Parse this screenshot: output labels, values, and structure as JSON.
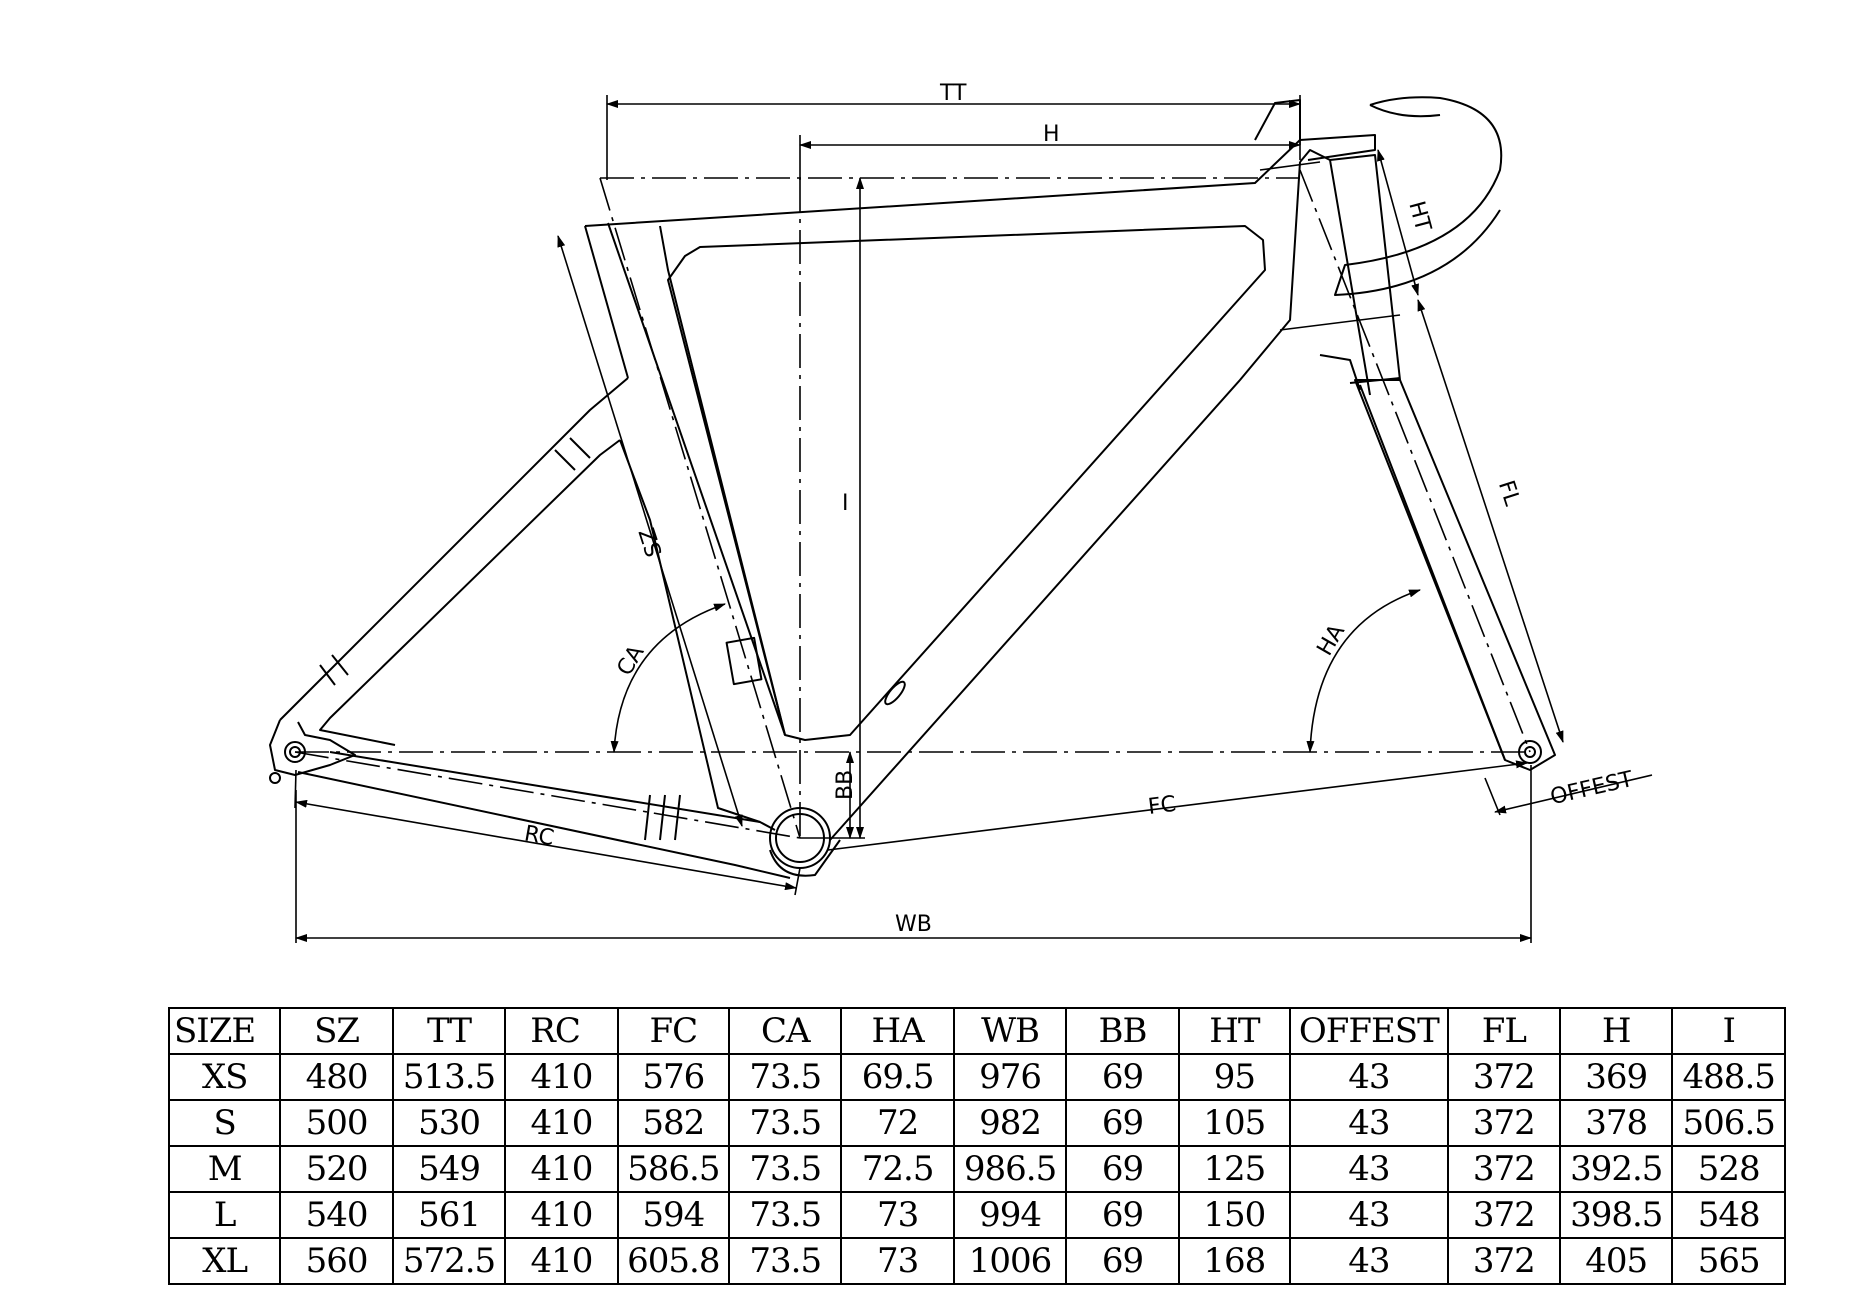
{
  "diagram": {
    "labels": {
      "tt": "TT",
      "h": "H",
      "i": "I",
      "ht": "HT",
      "sz": "SZ",
      "ca": "CA",
      "ha": "HA",
      "fl": "FL",
      "bb": "BB",
      "rc": "RC",
      "fc": "FC",
      "wb": "WB",
      "offset": "OFFEST"
    }
  },
  "table": {
    "headers": [
      "SIZE",
      "SZ",
      "TT",
      "RC",
      "FC",
      "CA",
      "HA",
      "WB",
      "BB",
      "HT",
      "OFFEST",
      "FL",
      "H",
      "I"
    ],
    "rows": [
      [
        "XS",
        "480",
        "513.5",
        "410",
        "576",
        "73.5",
        "69.5",
        "976",
        "69",
        "95",
        "43",
        "372",
        "369",
        "488.5"
      ],
      [
        "S",
        "500",
        "530",
        "410",
        "582",
        "73.5",
        "72",
        "982",
        "69",
        "105",
        "43",
        "372",
        "378",
        "506.5"
      ],
      [
        "M",
        "520",
        "549",
        "410",
        "586.5",
        "73.5",
        "72.5",
        "986.5",
        "69",
        "125",
        "43",
        "372",
        "392.5",
        "528"
      ],
      [
        "L",
        "540",
        "561",
        "410",
        "594",
        "73.5",
        "73",
        "994",
        "69",
        "150",
        "43",
        "372",
        "398.5",
        "548"
      ],
      [
        "XL",
        "560",
        "572.5",
        "410",
        "605.8",
        "73.5",
        "73",
        "1006",
        "69",
        "168",
        "43",
        "372",
        "405",
        "565"
      ]
    ]
  }
}
